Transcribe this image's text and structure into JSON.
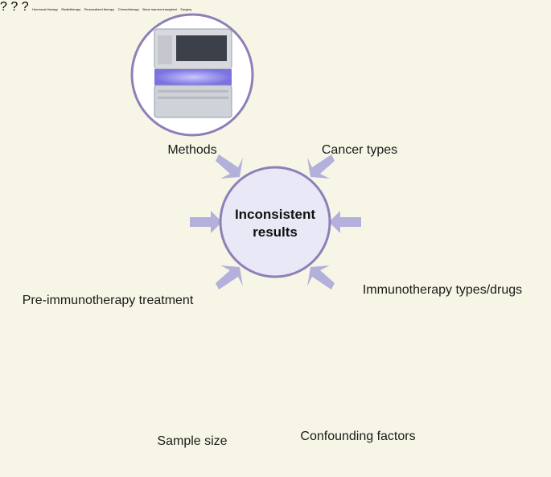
{
  "center": {
    "line1": "Inconsistent",
    "line2": "results"
  },
  "nodes": {
    "methods": "Methods",
    "cancer_types": "Cancer types",
    "immunotherapy": "Immunotherapy types/drugs",
    "confounding": "Confounding factors",
    "sample_size": "Sample size",
    "pre_treatment": "Pre-immunotherapy treatment"
  },
  "pre_treatment_items": {
    "hormonal": "Hormonal therapy",
    "radiotherapy": "Radiotherapy",
    "personalized": "Personalized therapy",
    "chemotherapy": "Chemotherapy",
    "bone_marrow": "Bone marrow transplant",
    "surgery": "Surgery"
  },
  "colors": {
    "background": "#f7f6e6",
    "ring": "#8e7fb8",
    "center_fill": "#e8e8f7",
    "arrow": "#b3b0dc",
    "people": "#5e7fb3",
    "question": "#3f6fb3"
  }
}
